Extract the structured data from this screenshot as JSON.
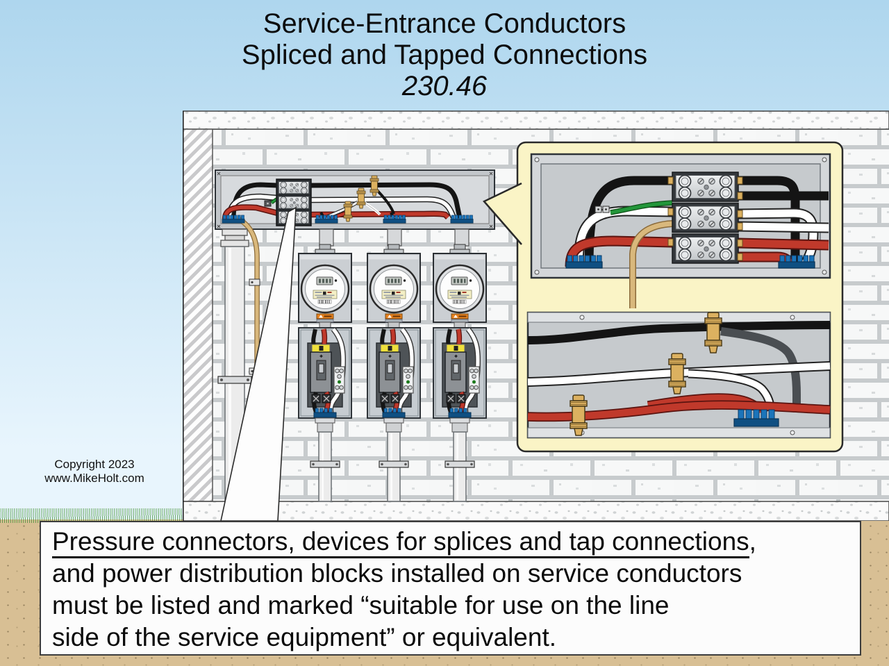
{
  "title": {
    "line1": "Service-Entrance Conductors",
    "line2": "Spliced and Tapped Connections",
    "code": "230.46"
  },
  "copyright": {
    "line1": "Copyright 2023",
    "line2": "www.MikeHolt.com"
  },
  "caption": {
    "line1_underlined": "Pressure connectors, devices for splices and tap connections",
    "line1_tail": ",",
    "line2": "and power distribution blocks installed on service conductors",
    "line3": "must be listed and marked “suitable for use on the line",
    "line4": "side of the service equipment” or equivalent."
  },
  "colors": {
    "sky_top": "#aed6ee",
    "sky_bottom": "#e8f5fd",
    "ground": "#d8bf94",
    "grass": "#2f9e2f",
    "callout_bg": "#faf4c6",
    "caption_bg": "#fcfcfc",
    "wire_red": "#c0392b",
    "brass": "#dcb160",
    "bushing_blue": "#1b74ba",
    "panel_gray": "#c6cacd"
  }
}
